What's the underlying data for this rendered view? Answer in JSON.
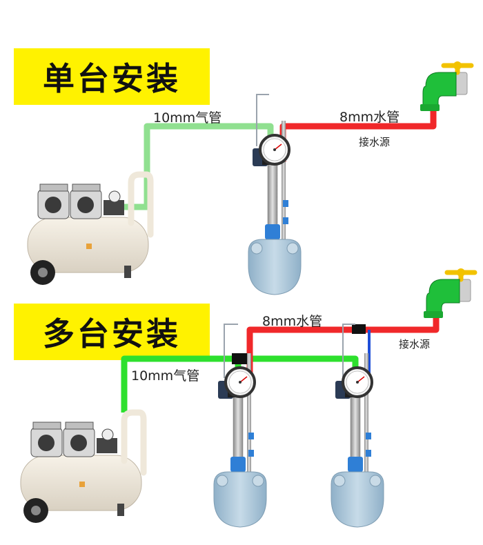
{
  "sections": {
    "single": {
      "title": "单台安装",
      "air_pipe": "10mm气管",
      "water_pipe": "8mm水管",
      "water_source": "接水源"
    },
    "multi": {
      "title": "多台安装",
      "air_pipe": "10mm气管",
      "water_pipe": "8mm水管",
      "water_source": "接水源"
    }
  },
  "colors": {
    "banner": "#fff200",
    "air_pipe": "#90e090",
    "air_pipe_multi": "#2ee02e",
    "water_pipe": "#f0282a",
    "faucet_body": "#1fbf3a",
    "faucet_handle": "#f2c200",
    "tank": "#a9c3d6"
  },
  "icons": [
    "air-compressor-icon",
    "pressure-gauge-icon",
    "spray-tank-icon",
    "water-faucet-icon"
  ]
}
